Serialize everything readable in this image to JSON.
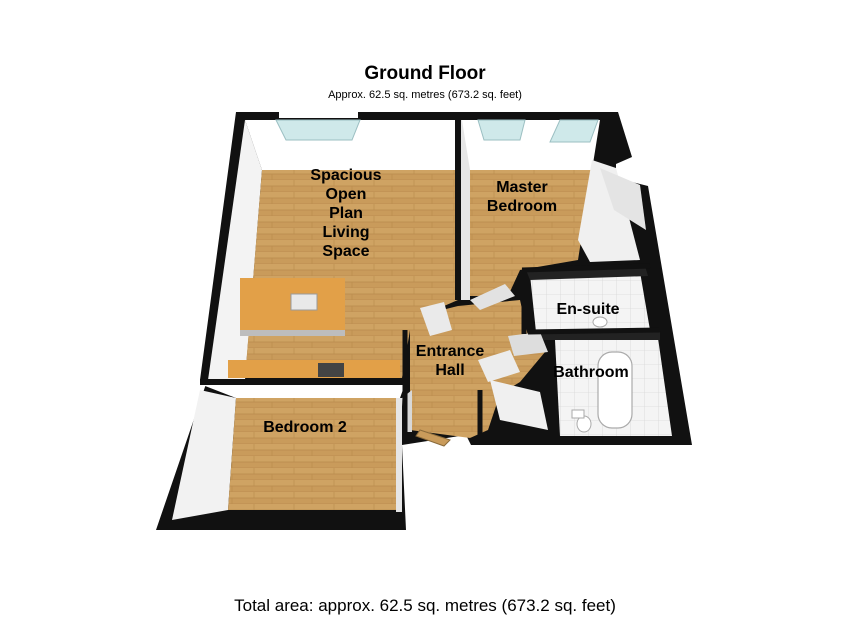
{
  "floor": {
    "title": "Ground Floor",
    "subtitle": "Approx. 62.5 sq. metres (673.2 sq. feet)"
  },
  "rooms": {
    "living": "Spacious\nOpen\nPlan\nLiving\nSpace",
    "master": "Master\nBedroom",
    "ensuite": "En-suite",
    "entrance": "Entrance\nHall",
    "bathroom": "Bathroom",
    "bedroom2": "Bedroom 2"
  },
  "footer": {
    "total_area": "Total area: approx. 62.5 sq. metres (673.2 sq. feet)"
  },
  "colors": {
    "wall": "#111111",
    "floor_wood": "#c79a5a",
    "wall_face": "#f2f2f2",
    "tile": "#f6f6f6",
    "window": "#cfe9ea",
    "worktop": "#e0a045"
  }
}
